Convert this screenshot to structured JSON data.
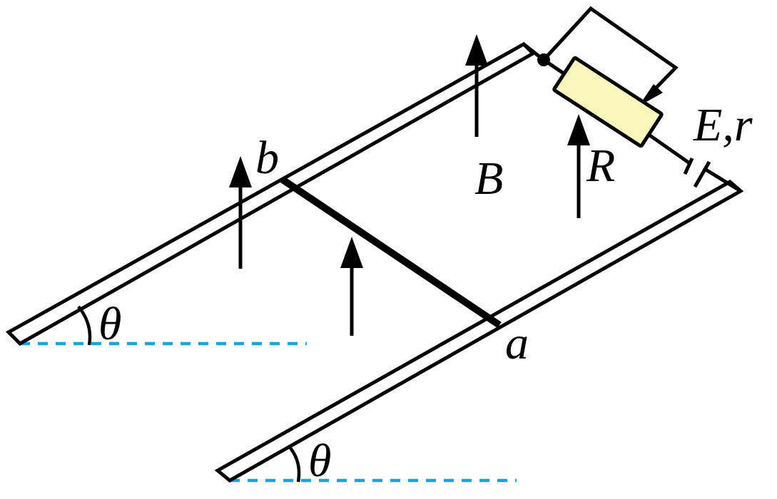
{
  "labels": {
    "rod_end_b": "b",
    "rod_end_a": "a",
    "field": "B",
    "resistor": "R",
    "source": "E,r",
    "angle_upper": "θ",
    "angle_lower": "θ"
  },
  "colors": {
    "reference_line": "#1fa2dc",
    "resistor_fill": "#fbf6bd",
    "stroke": "#000000"
  },
  "icons": {
    "field_arrow": "upward-arrow",
    "rheostat_slider": "slider-arrow",
    "junction": "filled-dot"
  }
}
